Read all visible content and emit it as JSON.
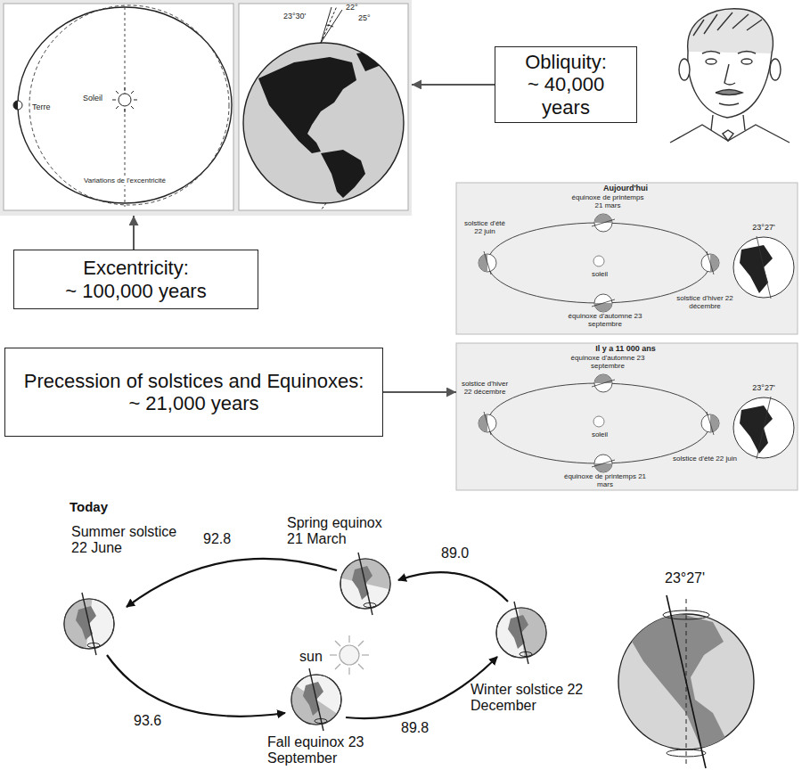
{
  "diagram": {
    "nodes": [
      {
        "text": [
          "Soleil",
          "Terre",
          "Variations de l'excentricité",
          "23°30'",
          "22°",
          "25°"
        ]
      },
      {
        "text": [
          "Obliquity:",
          "~ 40,000 years"
        ]
      },
      {
        "text": [
          "Excentricity:",
          "~ 100,000 years"
        ]
      },
      {
        "text": [
          "Aujourd'hui",
          "équinoxe de printemps 21 mars",
          "solstice d'été 22 juin",
          "soleil",
          "solstice d'hiver 22 décembre",
          "équinoxe d'automne 23 septembre",
          "23°27'"
        ]
      },
      {
        "text": [
          "Il y a 11 000 ans",
          "équinoxe d'automne 23 septembre",
          "solstice d'hiver 22 décembre",
          "soleil",
          "solstice d'été 22 juin",
          "équinoxe de printemps 21 mars",
          "23°27'"
        ]
      },
      {
        "text": [
          "Precession of solstices and Equinoxes:",
          "~ 21,000 years"
        ]
      }
    ],
    "edges": [
      {
        "from": 1,
        "to": 0,
        "arrow": "to"
      },
      {
        "from": 2,
        "to": 0,
        "arrow": "to"
      },
      {
        "from": 5,
        "to": 4,
        "arrow": "to"
      }
    ],
    "labels": [
      "Today",
      "Summer solstice 22 June",
      "Spring equinox 21 March",
      "92.8",
      "89.0",
      "sun",
      "93.6",
      "Fall equinox 23 September",
      "89.8",
      "Winter solstice 22 December",
      "23°27'"
    ]
  }
}
